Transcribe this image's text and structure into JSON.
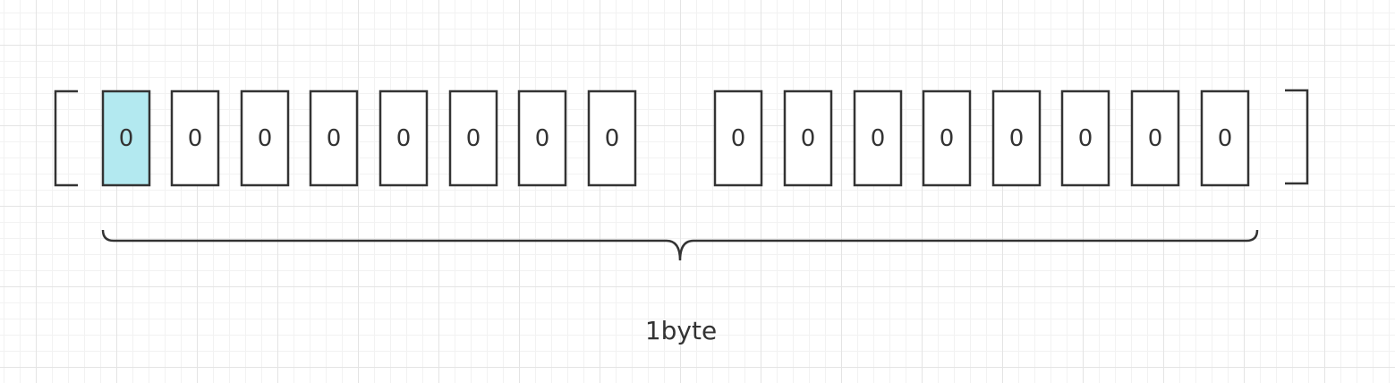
{
  "bits": [
    {
      "value": "0",
      "highlighted": true
    },
    {
      "value": "0",
      "highlighted": false
    },
    {
      "value": "0",
      "highlighted": false
    },
    {
      "value": "0",
      "highlighted": false
    },
    {
      "value": "0",
      "highlighted": false
    },
    {
      "value": "0",
      "highlighted": false
    },
    {
      "value": "0",
      "highlighted": false
    },
    {
      "value": "0",
      "highlighted": false
    },
    {
      "value": "0",
      "highlighted": false
    },
    {
      "value": "0",
      "highlighted": false
    },
    {
      "value": "0",
      "highlighted": false
    },
    {
      "value": "0",
      "highlighted": false
    },
    {
      "value": "0",
      "highlighted": false
    },
    {
      "value": "0",
      "highlighted": false
    },
    {
      "value": "0",
      "highlighted": false
    },
    {
      "value": "0",
      "highlighted": false
    }
  ],
  "brace_label": "1byte",
  "colors": {
    "highlight": "#b3e9f0",
    "cell": "#ffffff",
    "stroke": "#333333"
  }
}
